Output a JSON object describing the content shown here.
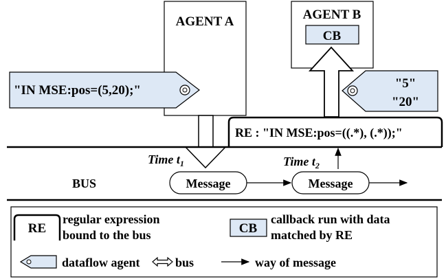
{
  "agents": {
    "a_label": "AGENT A",
    "b_label": "AGENT B",
    "b_callback": "CB"
  },
  "tags": {
    "agent_a_message": "\"IN MSE:pos=(5,20);\"",
    "agent_b_value1": "\"5\"",
    "agent_b_value2": "\"20\""
  },
  "regex_box": "RE : \"IN MSE:pos=((.*), (.*));\"",
  "bus": {
    "label": "BUS",
    "time1": "Time t",
    "time1_sub": "1",
    "time2": "Time t",
    "time2_sub": "2",
    "message1": "Message",
    "message2": "Message"
  },
  "legend": {
    "re_badge": "RE",
    "re_text_line1": "regular expression",
    "re_text_line2": "bound to the bus",
    "cb_badge": "CB",
    "cb_text_line1": "callback run with data",
    "cb_text_line2": "matched by RE",
    "dataflow_text": "dataflow agent",
    "dataflow_bus": "bus",
    "way_text": "way of message"
  },
  "colors": {
    "tag_fill": "#dde8f5",
    "cb_fill": "#dde8f5",
    "stroke": "#000000"
  }
}
